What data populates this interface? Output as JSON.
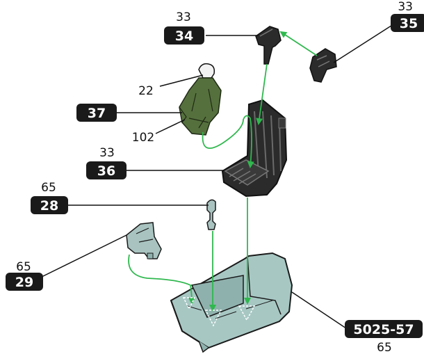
{
  "colors": {
    "label_bg": "#1a1a1a",
    "label_text": "#ffffff",
    "leader_line": "#111111",
    "assembly_arrow": "#2fb84e",
    "seat_fill": "#2b2b2b",
    "pilot_fill": "#55703d",
    "tub_fill": "#a7c7c3",
    "control_fill": "#a9c4c0"
  },
  "callouts": {
    "headrest": {
      "part": "34",
      "color_ref": "33"
    },
    "side_panel": {
      "part": "35",
      "color_ref": "33"
    },
    "pilot": {
      "part": "37",
      "color_ref_upper": "22",
      "color_ref_lower": "102"
    },
    "seat": {
      "part": "36",
      "color_ref": "33"
    },
    "control_stick": {
      "part": "28",
      "color_ref": "65"
    },
    "side_console": {
      "part": "29",
      "color_ref": "65"
    },
    "tub": {
      "part": "5025-57",
      "color_ref": "65"
    }
  }
}
